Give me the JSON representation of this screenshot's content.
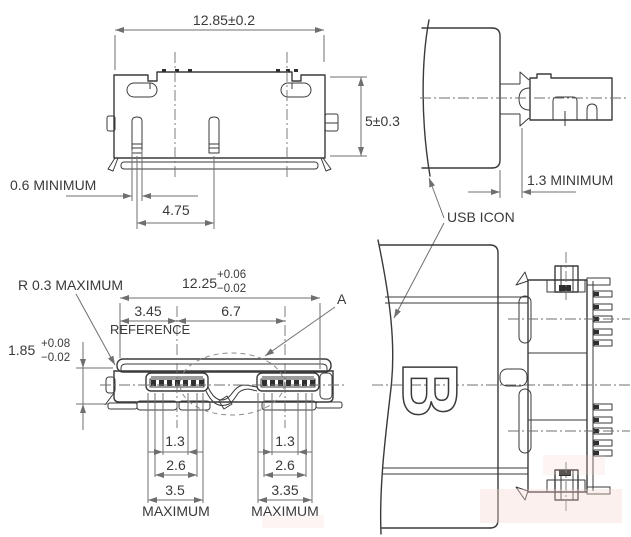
{
  "rear_view": {
    "width": "12.85±0.2",
    "height": "5±0.3",
    "lead_min": "0.6 MINIMUM",
    "pitch": "4.75"
  },
  "mated_side_view": {
    "clearance_min": "1.3 MINIMUM",
    "usb_icon_label": "USB ICON"
  },
  "front_view": {
    "radius": "R 0.3 MAXIMUM",
    "width": "12.25",
    "width_tol_plus": "+0.06",
    "width_tol_minus": "−0.02",
    "seg_left": "3.45",
    "seg_left_note": "REFERENCE",
    "seg_right": "6.7",
    "detail_label": "A",
    "height": "1.85",
    "height_tol_plus": "+0.08",
    "height_tol_minus": "−0.02",
    "left_contacts": {
      "a": "1.3",
      "b": "2.6",
      "c": "3.5",
      "note": "MAXIMUM"
    },
    "right_contacts": {
      "a": "1.3",
      "b": "2.6",
      "c": "3.35",
      "note": "MAXIMUM"
    }
  },
  "top_view": {
    "letter": "B"
  },
  "colors": {
    "line": "#3a3a3a",
    "dim": "#6f6f6f",
    "background": "#ffffff",
    "watermark": "#f3d3cc"
  }
}
